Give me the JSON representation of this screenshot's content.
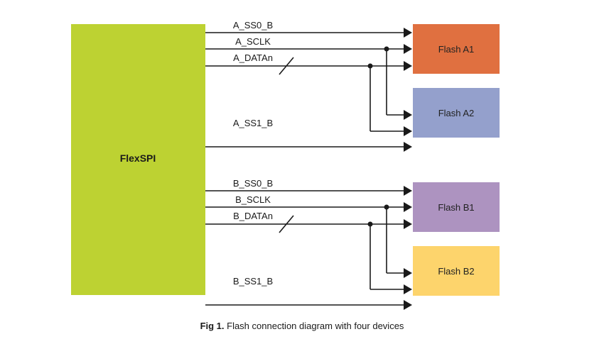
{
  "controller": {
    "label": "FlexSPI",
    "color": "#bdd232"
  },
  "devices": [
    {
      "id": "A1",
      "label": "Flash A1",
      "color": "#e07040"
    },
    {
      "id": "A2",
      "label": "Flash A2",
      "color": "#94a0cc"
    },
    {
      "id": "B1",
      "label": "Flash B1",
      "color": "#ad93c0"
    },
    {
      "id": "B2",
      "label": "Flash B2",
      "color": "#fdd46c"
    }
  ],
  "ports": [
    {
      "name": "A",
      "signals": [
        {
          "label": "A_SS0_B",
          "to": [
            "A1"
          ]
        },
        {
          "label": "A_SCLK",
          "to": [
            "A1",
            "A2"
          ]
        },
        {
          "label": "A_DATAn",
          "to": [
            "A1",
            "A2"
          ],
          "bus": true
        },
        {
          "label": "A_SS1_B",
          "to": [
            "A2"
          ]
        }
      ]
    },
    {
      "name": "B",
      "signals": [
        {
          "label": "B_SS0_B",
          "to": [
            "B1"
          ]
        },
        {
          "label": "B_SCLK",
          "to": [
            "B1",
            "B2"
          ]
        },
        {
          "label": "B_DATAn",
          "to": [
            "B1",
            "B2"
          ],
          "bus": true
        },
        {
          "label": "B_SS1_B",
          "to": [
            "B2"
          ]
        }
      ]
    }
  ],
  "caption": {
    "prefix": "Fig 1.",
    "text": " Flash connection diagram with four devices"
  },
  "line_color": "#1a1a1a"
}
